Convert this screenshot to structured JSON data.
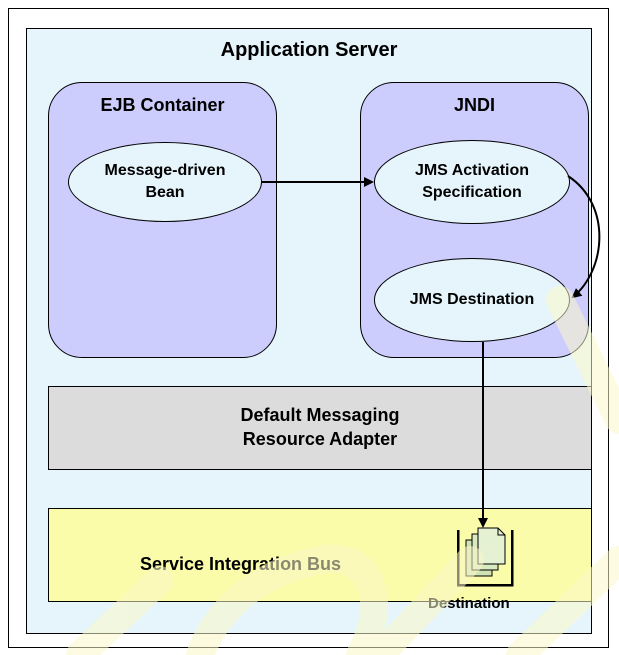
{
  "application_server": {
    "title": "Application Server"
  },
  "ejb_container": {
    "title": "EJB Container",
    "mdb": "Message-driven\nBean"
  },
  "jndi": {
    "title": "JNDI",
    "activation_spec": "JMS Activation\nSpecification",
    "jms_destination": "JMS Destination"
  },
  "resource_adapter": {
    "label": "Default Messaging\nResource Adapter"
  },
  "service_integration_bus": {
    "label": "Service Integration Bus",
    "destination_label": "Destination"
  },
  "colors": {
    "app_server_bg": "#e6f5fc",
    "container_bg": "#ccccfd",
    "adapter_bg": "#dcdcdc",
    "bus_bg": "#fafcaa",
    "watermark": "#fbf8c8"
  },
  "icons": {
    "destination": "document-stack-icon"
  }
}
